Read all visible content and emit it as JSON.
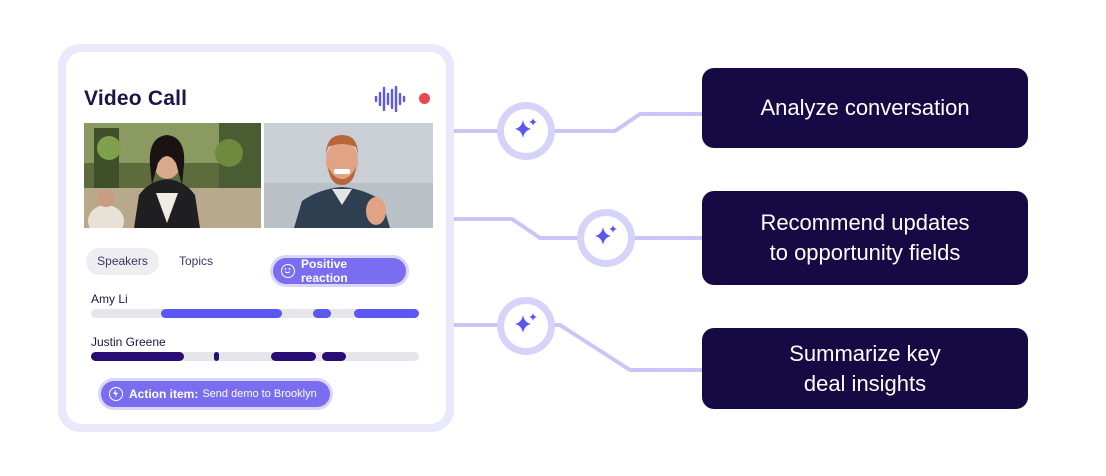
{
  "card": {
    "title": "Video Call",
    "recording_color": "#e9474e",
    "wave_icon": "audio-waveform-icon"
  },
  "tabs": [
    {
      "label": "Speakers",
      "selected": true
    },
    {
      "label": "Topics",
      "selected": false
    }
  ],
  "chips": {
    "positive": {
      "label": "Positive reaction",
      "icon": "smiley-icon"
    },
    "action": {
      "label": "Action item:",
      "detail": "Send demo to Brooklyn",
      "icon": "lightning-icon"
    }
  },
  "speakers": [
    {
      "name": "Amy Li"
    },
    {
      "name": "Justin Greene"
    }
  ],
  "features": [
    {
      "lines": [
        "Analyze conversation"
      ],
      "icon": "sparkle-icon"
    },
    {
      "lines": [
        "Recommend updates",
        "to opportunity fields"
      ],
      "icon": "sparkle-icon"
    },
    {
      "lines": [
        "Summarize key",
        "deal insights"
      ],
      "icon": "sparkle-icon"
    }
  ],
  "colors": {
    "accent": "#5b57f2",
    "dark_navy": "#150a43",
    "connector": "#c8c5f7"
  }
}
